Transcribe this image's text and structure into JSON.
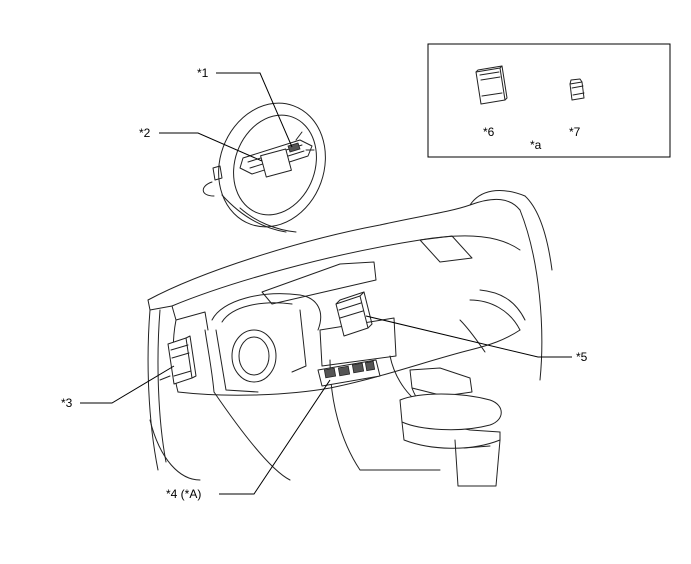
{
  "callouts": {
    "c1": "*1",
    "c2": "*2",
    "c3": "*3",
    "c4": "*4 (*A)",
    "c5": "*5",
    "c6": "*6",
    "c7": "*7",
    "ca": "*a"
  }
}
